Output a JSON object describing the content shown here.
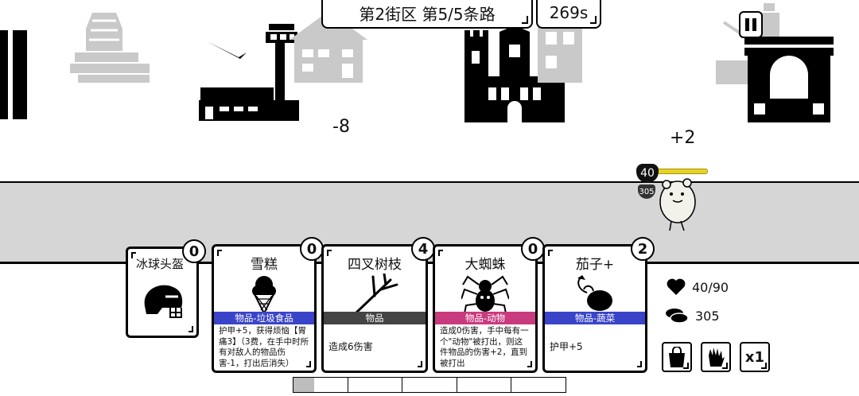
{
  "hud": {
    "location": "第2街区 第5/5条路",
    "timer": "269s"
  },
  "floating": {
    "damage": "-8",
    "gain": "+2"
  },
  "player": {
    "shield": "40",
    "armor": "305"
  },
  "cards": [
    {
      "id": "helmet",
      "name": "冰球头盔",
      "cost": "0",
      "type": "",
      "type_color": "",
      "desc": "",
      "icon": "helmet-icon"
    },
    {
      "id": "icecream",
      "name": "雪糕",
      "cost": "0",
      "type": "物品-垃圾食品",
      "type_color": "#3a44c8",
      "desc": "护甲+5，获得烦恼【胃痛3】（3费，在手中时所有对敌人的物品伤害-1，打出后消失）",
      "icon": "ice-cream-icon"
    },
    {
      "id": "branch",
      "name": "四叉树枝",
      "cost": "4",
      "type": "物品",
      "type_color": "#444444",
      "desc": "造成6伤害",
      "icon": "branch-icon"
    },
    {
      "id": "spider",
      "name": "大蜘蛛",
      "cost": "0",
      "type": "物品-动物",
      "type_color": "#c93a7e",
      "desc": "造成0伤害，手中每有一个\"动物\"被打出，则这件物品的伤害+2，直到被打出",
      "icon": "spider-icon"
    },
    {
      "id": "eggplant",
      "name": "茄子+",
      "cost": "2",
      "type": "物品-蔬菜",
      "type_color": "#3a44c8",
      "desc": "护甲+5",
      "icon": "eggplant-icon"
    }
  ],
  "stats": {
    "health": "40/90",
    "coins": "305"
  },
  "controls": {
    "speed": "x1"
  },
  "progress": {
    "segments": 5,
    "filled_fraction": 0.075
  },
  "colors": {
    "junk_food": "#3a44c8",
    "item": "#444444",
    "animal": "#c93a7e",
    "vegetable": "#3a44c8",
    "hp_bar": "#e6d22a"
  }
}
